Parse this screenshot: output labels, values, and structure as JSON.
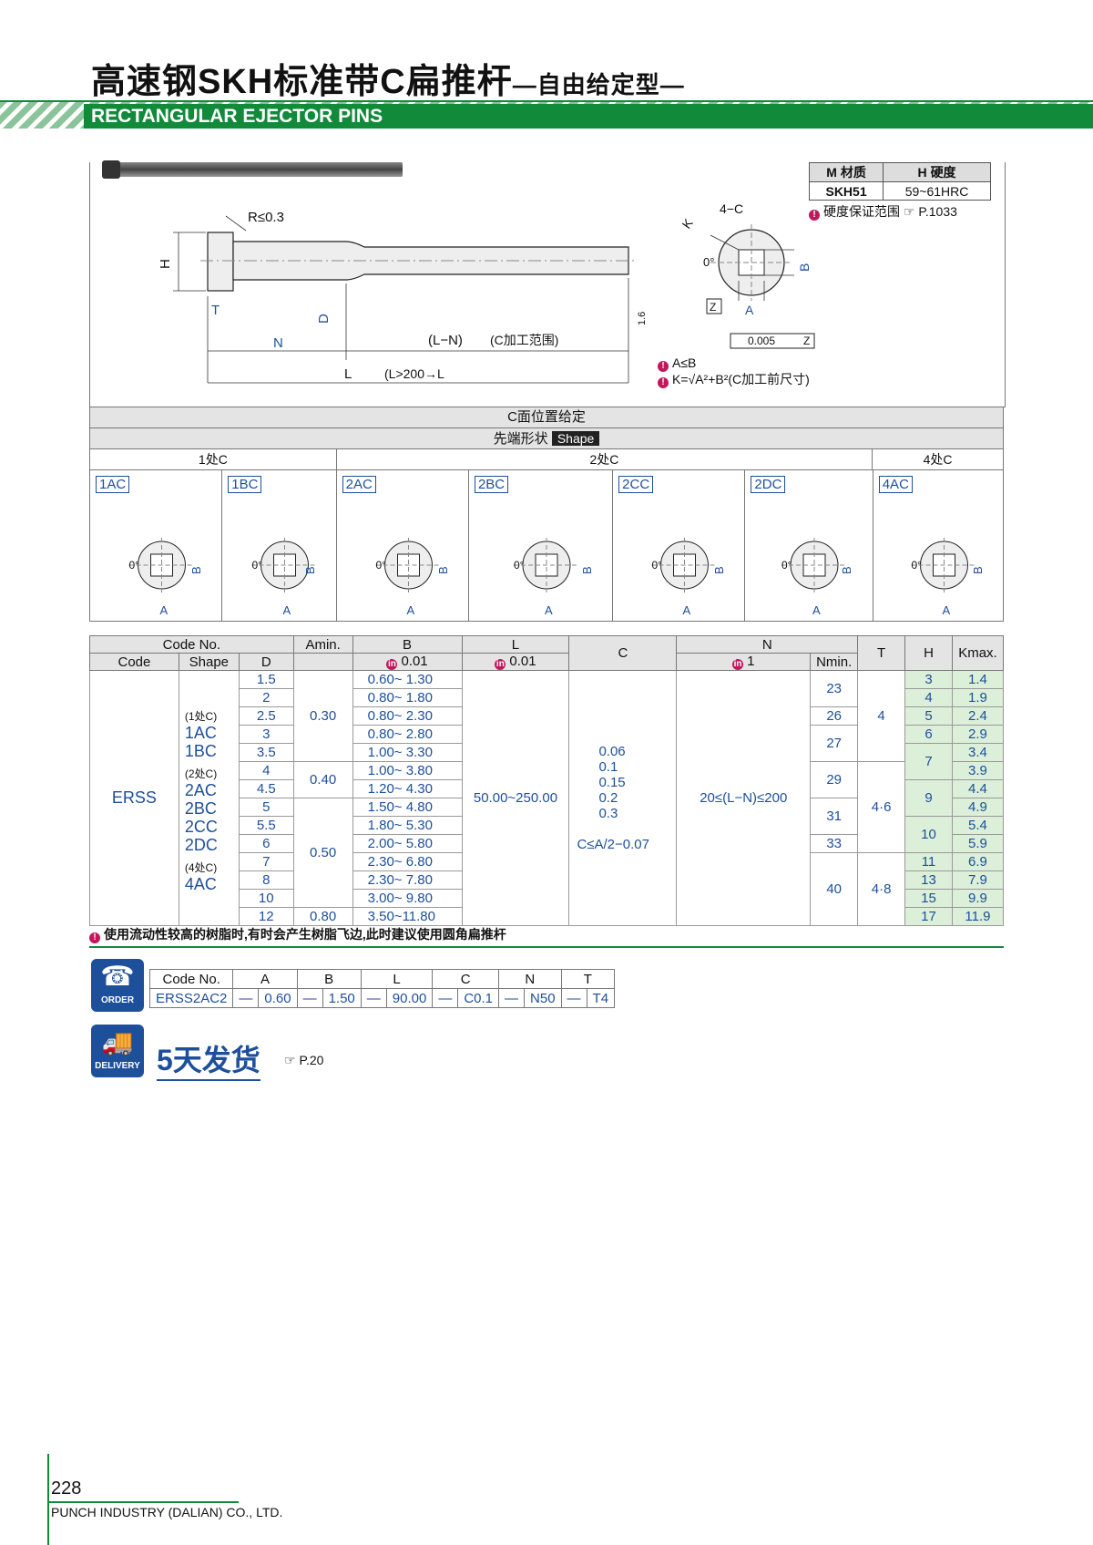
{
  "header": {
    "title_cn": "高速钢SKH标准带C扁推杆",
    "title_suffix": "—自由给定型—",
    "title_en": "RECTANGULAR EJECTOR PINS"
  },
  "material_table": {
    "material_label": "材质",
    "material_marker": "M",
    "hardness_label": "硬度",
    "hardness_marker": "H",
    "material_value": "SKH51",
    "hardness_value": "59~61HRC",
    "note": "硬度保证范围",
    "note_ref": "P.1033"
  },
  "drawing": {
    "radius": "R≤0.3",
    "h_label": "H",
    "t_label": "T",
    "d_label": "D",
    "n_label": "N",
    "ln_label": "(L−N)",
    "ln_note": "(C加工范围)",
    "l_label": "L",
    "l_note": "(L>200→L",
    "roughness": "1.6",
    "c4_label": "4−C",
    "k_label": "K",
    "zero_deg": "0°",
    "b_label": "B",
    "a_label": "A",
    "z_label": "Z",
    "perp_value": "0.005",
    "note1": "A≤B",
    "note2": "K=√A²+B²(C加工前尺寸)"
  },
  "shape_section": {
    "title": "C面位置给定",
    "shape_label_cn": "先端形状",
    "shape_label_en": "Shape",
    "groups": [
      "1处C",
      "2处C",
      "4处C"
    ],
    "shapes": [
      "1AC",
      "1BC",
      "2AC",
      "2BC",
      "2CC",
      "2DC",
      "4AC"
    ]
  },
  "spec_table": {
    "headers": {
      "code_no": "Code No.",
      "code": "Code",
      "shape": "Shape",
      "d": "D",
      "amin": "Amin.",
      "b": "B",
      "l": "L",
      "c": "C",
      "n": "N",
      "nmin": "Nmin.",
      "t": "T",
      "h": "H",
      "kmax": "Kmax.",
      "tol_b": "0.01",
      "tol_l": "0.01",
      "tol_n": "1"
    },
    "code": "ERSS",
    "shape_groups": [
      {
        "label": "(1处C)",
        "codes": [
          "1AC",
          "1BC"
        ]
      },
      {
        "label": "(2处C)",
        "codes": [
          "2AC",
          "2BC",
          "2CC",
          "2DC"
        ]
      },
      {
        "label": "(4处C)",
        "codes": [
          "4AC"
        ]
      }
    ],
    "rows": [
      {
        "d": "1.5",
        "b": "0.60~ 1.30",
        "h": "3",
        "k": "1.4"
      },
      {
        "d": "2",
        "b": "0.80~ 1.80",
        "h": "4",
        "k": "1.9"
      },
      {
        "d": "2.5",
        "b": "0.80~ 2.30",
        "h": "5",
        "k": "2.4"
      },
      {
        "d": "3",
        "b": "0.80~ 2.80",
        "h": "6",
        "k": "2.9"
      },
      {
        "d": "3.5",
        "b": "1.00~ 3.30",
        "h": "",
        "k": "3.4"
      },
      {
        "d": "4",
        "b": "1.00~ 3.80",
        "h": "",
        "k": "3.9"
      },
      {
        "d": "4.5",
        "b": "1.20~ 4.30",
        "h": "",
        "k": "4.4"
      },
      {
        "d": "5",
        "b": "1.50~ 4.80",
        "h": "",
        "k": "4.9"
      },
      {
        "d": "5.5",
        "b": "1.80~ 5.30",
        "h": "",
        "k": "5.4"
      },
      {
        "d": "6",
        "b": "2.00~ 5.80",
        "h": "",
        "k": "5.9"
      },
      {
        "d": "7",
        "b": "2.30~ 6.80",
        "h": "11",
        "k": "6.9"
      },
      {
        "d": "8",
        "b": "2.30~ 7.80",
        "h": "13",
        "k": "7.9"
      },
      {
        "d": "10",
        "b": "3.00~ 9.80",
        "h": "15",
        "k": "9.9"
      },
      {
        "d": "12",
        "b": "3.50~11.80",
        "h": "17",
        "k": "11.9"
      }
    ],
    "amin": [
      "0.30",
      "0.40",
      "0.50",
      "0.80"
    ],
    "l_range": "50.00~250.00",
    "c_values": [
      "0.06",
      "0.1",
      "0.15",
      "0.2",
      "0.3"
    ],
    "c_rule": "C≤A/2−0.07",
    "n_rule": "20≤(L−N)≤200",
    "nmin": [
      "23",
      "26",
      "27",
      "29",
      "31",
      "33",
      "40"
    ],
    "t": [
      "4",
      "4·6",
      "4·8"
    ],
    "h_merged": [
      "7",
      "9",
      "10"
    ],
    "footnote": "使用流动性较高的树脂时,有时会产生树脂飞边,此时建议使用圆角扁推杆"
  },
  "order": {
    "icon_label": "ORDER",
    "headers": [
      "Code No.",
      "A",
      "B",
      "L",
      "C",
      "N",
      "T"
    ],
    "values": [
      "ERSS2AC2",
      "0.60",
      "1.50",
      "90.00",
      "C0.1",
      "N50",
      "T4"
    ],
    "sep": "—"
  },
  "delivery": {
    "icon_label": "DELIVERY",
    "days": "5天发货",
    "ref": "P.20"
  },
  "footer": {
    "page": "228",
    "company": "PUNCH INDUSTRY (DALIAN) CO., LTD."
  }
}
